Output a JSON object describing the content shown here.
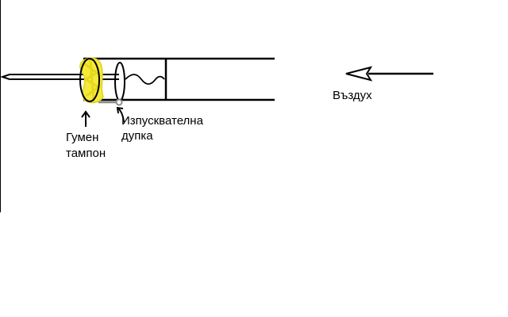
{
  "labels": {
    "air": "Въздух",
    "rubber_line1": "Гумен",
    "rubber_line2": "тампон",
    "hole_line1": "Изпусквателна",
    "hole_line2": "дупка"
  },
  "colors": {
    "ink": "#000000",
    "rubber_fill": "#f4ea3a",
    "hole_gray": "#8c8c8c",
    "background": "#ffffff"
  },
  "icons": {
    "air_direction": "arrow-left-icon",
    "pointer_rubber": "arrow-up-icon",
    "pointer_hole": "curved-arrow-icon"
  }
}
